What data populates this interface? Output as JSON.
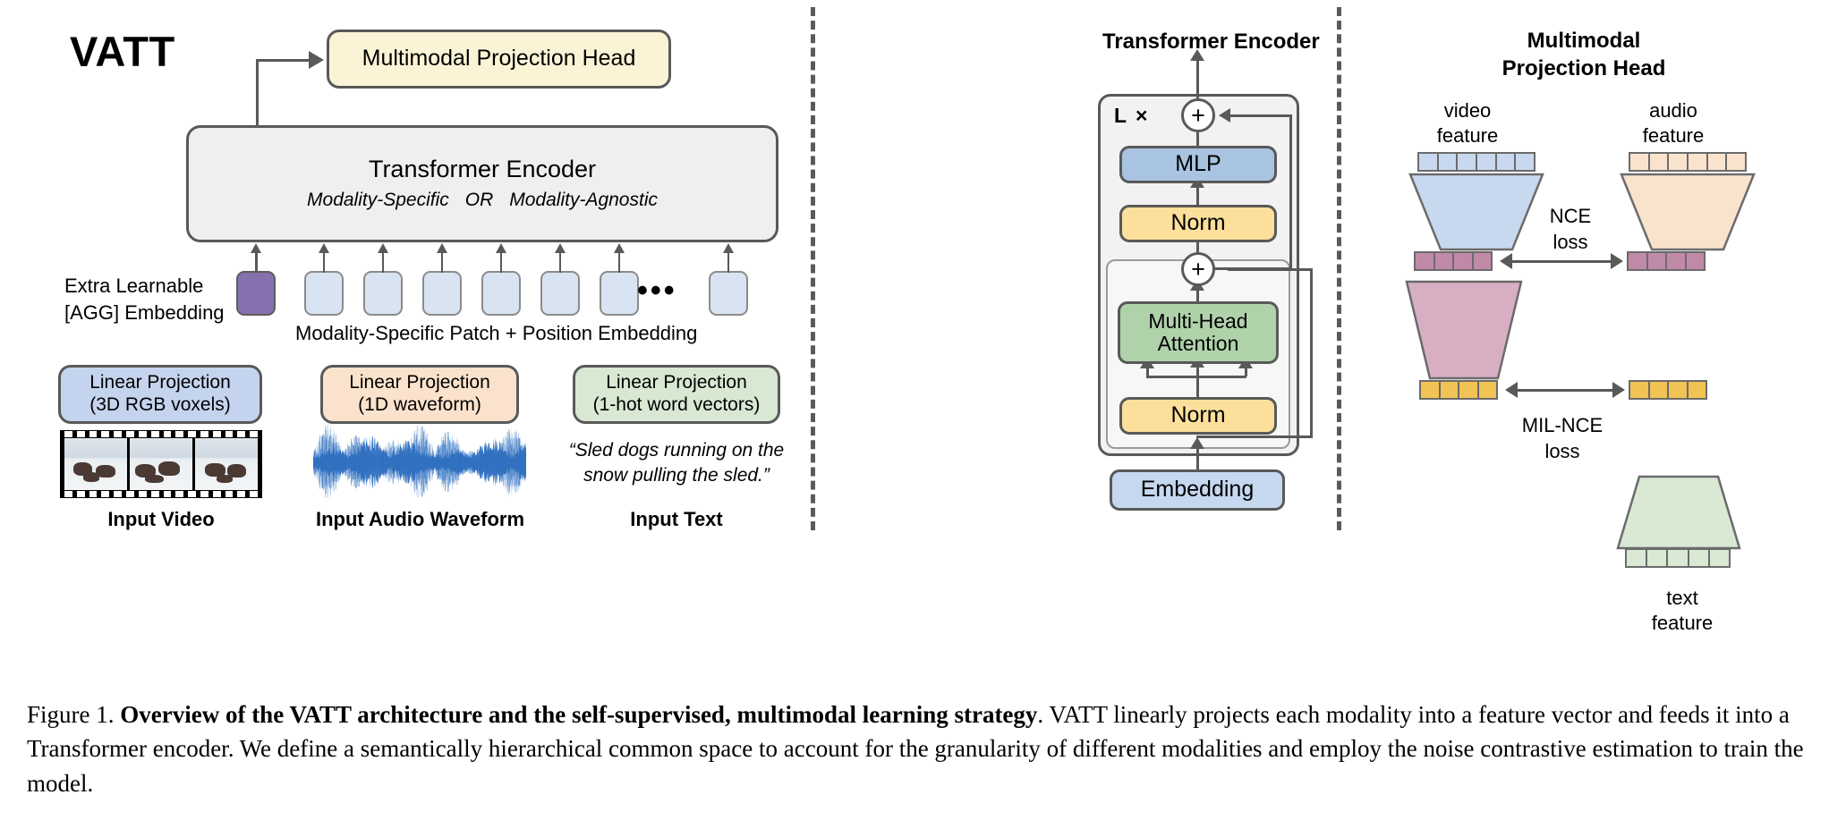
{
  "figure": {
    "left_panel": {
      "title": "VATT",
      "projection_head_label": "Multimodal Projection Head",
      "encoder": {
        "title": "Transformer Encoder",
        "subtitle_left": "Modality-Specific",
        "subtitle_or": "OR",
        "subtitle_right": "Modality-Agnostic"
      },
      "agg_label_line1": "Extra Learnable",
      "agg_label_line2": "[AGG] Embedding",
      "patch_position_label": "Modality-Specific Patch + Position Embedding",
      "ellipsis": "•••",
      "tokens": [
        {
          "name": "agg-token",
          "color": "#8670ad"
        },
        {
          "name": "patch-token",
          "color": "#d9e4f2"
        },
        {
          "name": "patch-token",
          "color": "#d9e4f2"
        },
        {
          "name": "patch-token",
          "color": "#d9e4f2"
        },
        {
          "name": "patch-token",
          "color": "#d9e4f2"
        },
        {
          "name": "patch-token",
          "color": "#d9e4f2"
        },
        {
          "name": "patch-token",
          "color": "#d9e4f2"
        },
        {
          "name": "patch-token",
          "color": "#d9e4f2"
        }
      ],
      "projections": [
        {
          "line1": "Linear Projection",
          "line2": "(3D RGB voxels)",
          "color": "#c5d4ee"
        },
        {
          "line1": "Linear Projection",
          "line2": "(1D waveform)",
          "color": "#fae2cd"
        },
        {
          "line1": "Linear Projection",
          "line2": "(1-hot word vectors)",
          "color": "#d8e8d3"
        }
      ],
      "text_sample_line1": "“Sled dogs running on the",
      "text_sample_line2": "snow pulling the sled.”",
      "input_labels": {
        "video": "Input Video",
        "audio": "Input Audio Waveform",
        "text": "Input Text"
      }
    },
    "middle_panel": {
      "title": "Transformer Encoder",
      "repeat_label": "L ×",
      "blocks": {
        "mlp": "MLP",
        "norm_top": "Norm",
        "attention_line1": "Multi-Head",
        "attention_line2": "Attention",
        "norm_bottom": "Norm",
        "embedding": "Embedding"
      },
      "plus_symbol": "+"
    },
    "right_panel": {
      "title_line1": "Multimodal",
      "title_line2": "Projection Head",
      "video_feature_line1": "video",
      "video_feature_line2": "feature",
      "audio_feature_line1": "audio",
      "audio_feature_line2": "feature",
      "text_feature_line1": "text",
      "text_feature_line2": "feature",
      "nce_loss_line1": "NCE",
      "nce_loss_line2": "loss",
      "mil_nce_loss_line1": "MIL-NCE",
      "mil_nce_loss_line2": "loss",
      "colors": {
        "video": "#c8d8ef",
        "audio": "#fae3cd",
        "shared_va": "#c189a8",
        "shared_vt": "#f0c354",
        "text": "#d9e9d4"
      }
    }
  },
  "caption": {
    "number": "Figure 1.",
    "bold_part": "Overview of the VATT architecture and the self-supervised, multimodal learning strategy",
    "rest": ". VATT linearly projects each modality into a feature vector and feeds it into a Transformer encoder. We define a semantically hierarchical common space to account for the granularity of different modalities and employ the noise contrastive estimation to train the model."
  }
}
